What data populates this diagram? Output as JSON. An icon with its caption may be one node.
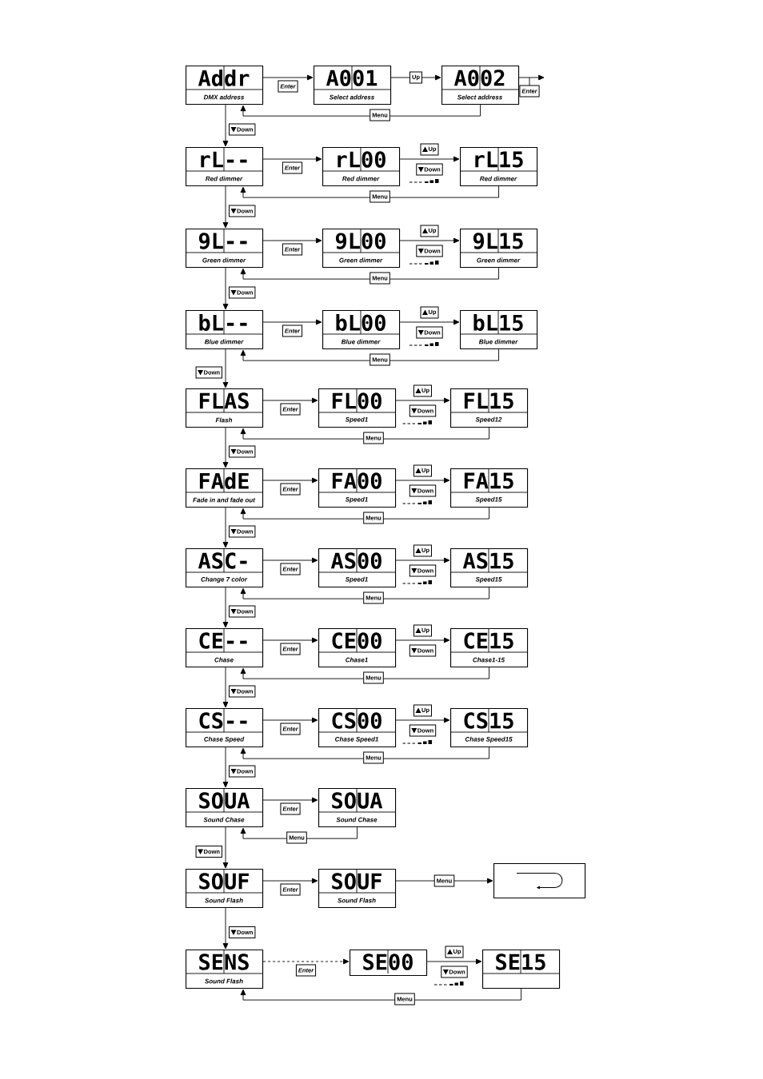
{
  "diagram": {
    "nodes": [
      {
        "text": [
          "Addr",
          "DMX address"
        ]
      },
      {
        "text": [
          "A001",
          "Select address"
        ]
      },
      {
        "text": [
          "A002",
          "Select address"
        ]
      },
      {
        "text": [
          "rL--",
          "Red dimmer"
        ]
      },
      {
        "text": [
          "rL00",
          "Red dimmer"
        ]
      },
      {
        "text": [
          "rL15",
          "Red dimmer"
        ]
      },
      {
        "text": [
          "9L--",
          "Green dimmer"
        ]
      },
      {
        "text": [
          "9L00",
          "Green dimmer"
        ]
      },
      {
        "text": [
          "9L15",
          "Green dimmer"
        ]
      },
      {
        "text": [
          "bL--",
          "Blue dimmer"
        ]
      },
      {
        "text": [
          "bL00",
          "Blue dimmer"
        ]
      },
      {
        "text": [
          "bL15",
          "Blue dimmer"
        ]
      },
      {
        "text": [
          "FLAS",
          "Flash"
        ]
      },
      {
        "text": [
          "FL00",
          "Speed1"
        ]
      },
      {
        "text": [
          "FL15",
          "Speed12"
        ]
      },
      {
        "text": [
          "FAdE",
          "Fade in and fade out"
        ]
      },
      {
        "text": [
          "FA00",
          "Speed1"
        ]
      },
      {
        "text": [
          "FA15",
          "Speed15"
        ]
      },
      {
        "text": [
          "ASC-",
          "Change 7 color"
        ]
      },
      {
        "text": [
          "AS00",
          "Speed1"
        ]
      },
      {
        "text": [
          "AS15",
          "Speed15"
        ]
      },
      {
        "text": [
          "CE--",
          "Chase"
        ]
      },
      {
        "text": [
          "CE00",
          "Chase1"
        ]
      },
      {
        "text": [
          "CE15",
          "Chase1-15"
        ]
      },
      {
        "text": [
          "CS--",
          "Chase Speed"
        ]
      },
      {
        "text": [
          "CS00",
          "Chase Speed1"
        ]
      },
      {
        "text": [
          "CS15",
          "Chase Speed15"
        ]
      },
      {
        "text": [
          "SOUA",
          "Sound Chase"
        ]
      },
      {
        "text": [
          "SOUA",
          "Sound Chase"
        ]
      },
      {
        "text": [
          "SOUF",
          "Sound Flash"
        ]
      },
      {
        "text": [
          "SOUF",
          "Sound Flash"
        ]
      },
      {
        "text": [],
        "shape": "box"
      },
      {
        "text": [
          "SENS",
          "Sound Flash"
        ]
      },
      {
        "text": [
          "SE00"
        ]
      },
      {
        "text": [
          "SE15"
        ]
      }
    ],
    "edges": [
      {
        "from": 0,
        "to": 1,
        "arrow": "to",
        "label": "Enter"
      },
      {
        "from": 1,
        "to": 2,
        "arrow": "to",
        "label": "Up"
      },
      {
        "from": 2,
        "to": null,
        "arrow": "to",
        "label": "Enter"
      },
      {
        "from": 2,
        "to": 0,
        "arrow": "to",
        "label": "Menu"
      },
      {
        "from": 0,
        "to": 3,
        "arrow": "to",
        "label": "Down"
      },
      {
        "from": 3,
        "to": 4,
        "arrow": "to",
        "label": "Enter"
      },
      {
        "from": 4,
        "to": 5,
        "arrow": "to",
        "label": "Up"
      },
      {
        "from": 5,
        "to": 3,
        "arrow": "to",
        "label": "Menu"
      },
      {
        "from": 3,
        "to": 6,
        "arrow": "to",
        "label": "Down"
      },
      {
        "from": 6,
        "to": 7,
        "arrow": "to",
        "label": "Enter"
      },
      {
        "from": 7,
        "to": 8,
        "arrow": "to",
        "label": "Up"
      },
      {
        "from": 8,
        "to": 6,
        "arrow": "to",
        "label": "Menu"
      },
      {
        "from": 6,
        "to": 9,
        "arrow": "to",
        "label": "Down"
      },
      {
        "from": 9,
        "to": 10,
        "arrow": "to",
        "label": "Enter"
      },
      {
        "from": 10,
        "to": 11,
        "arrow": "to",
        "label": "Up"
      },
      {
        "from": 11,
        "to": 9,
        "arrow": "to",
        "label": "Menu"
      },
      {
        "from": 9,
        "to": 12,
        "arrow": "to",
        "label": "Down"
      },
      {
        "from": 12,
        "to": 13,
        "arrow": "to",
        "label": "Enter"
      },
      {
        "from": 13,
        "to": 14,
        "arrow": "to",
        "label": "Up"
      },
      {
        "from": 14,
        "to": 12,
        "arrow": "to",
        "label": "Menu"
      },
      {
        "from": 12,
        "to": 15,
        "arrow": "to",
        "label": "Down"
      },
      {
        "from": 15,
        "to": 16,
        "arrow": "to",
        "label": "Enter"
      },
      {
        "from": 16,
        "to": 17,
        "arrow": "to",
        "label": "Up"
      },
      {
        "from": 17,
        "to": 15,
        "arrow": "to",
        "label": "Menu"
      },
      {
        "from": 15,
        "to": 18,
        "arrow": "to",
        "label": "Down"
      },
      {
        "from": 18,
        "to": 19,
        "arrow": "to",
        "label": "Enter"
      },
      {
        "from": 19,
        "to": 20,
        "arrow": "to",
        "label": "Up"
      },
      {
        "from": 20,
        "to": 18,
        "arrow": "to",
        "label": "Menu"
      },
      {
        "from": 18,
        "to": 21,
        "arrow": "to",
        "label": "Down"
      },
      {
        "from": 21,
        "to": 22,
        "arrow": "to",
        "label": "Enter"
      },
      {
        "from": 22,
        "to": 23,
        "arrow": "to",
        "label": "Up"
      },
      {
        "from": 23,
        "to": 21,
        "arrow": "to",
        "label": "Menu"
      },
      {
        "from": 21,
        "to": 24,
        "arrow": "to",
        "label": "Down"
      },
      {
        "from": 24,
        "to": 25,
        "arrow": "to",
        "label": "Enter"
      },
      {
        "from": 25,
        "to": 26,
        "arrow": "to",
        "label": "Up"
      },
      {
        "from": 26,
        "to": 24,
        "arrow": "to",
        "label": "Menu"
      },
      {
        "from": 24,
        "to": 27,
        "arrow": "to",
        "label": "Down"
      },
      {
        "from": 27,
        "to": 28,
        "arrow": "to",
        "label": "Enter"
      },
      {
        "from": 28,
        "to": 27,
        "arrow": "to",
        "label": "Menu"
      },
      {
        "from": 27,
        "to": 29,
        "arrow": "to",
        "label": "Down"
      },
      {
        "from": 29,
        "to": 30,
        "arrow": "to",
        "label": "Enter"
      },
      {
        "from": 30,
        "to": 31,
        "arrow": "to",
        "label": "Menu"
      },
      {
        "from": 29,
        "to": 32,
        "arrow": "to",
        "label": "Down"
      },
      {
        "from": 32,
        "to": 33,
        "arrow": "to",
        "label": "Enter",
        "style": "dashed"
      },
      {
        "from": 33,
        "to": 34,
        "arrow": "to",
        "label": "Up"
      },
      {
        "from": 34,
        "to": 32,
        "arrow": "to",
        "label": "Menu"
      }
    ],
    "labels": [
      "Down",
      "Down",
      "Down",
      "Down",
      "Down",
      "Down",
      "Down",
      "Down",
      "Down"
    ]
  }
}
